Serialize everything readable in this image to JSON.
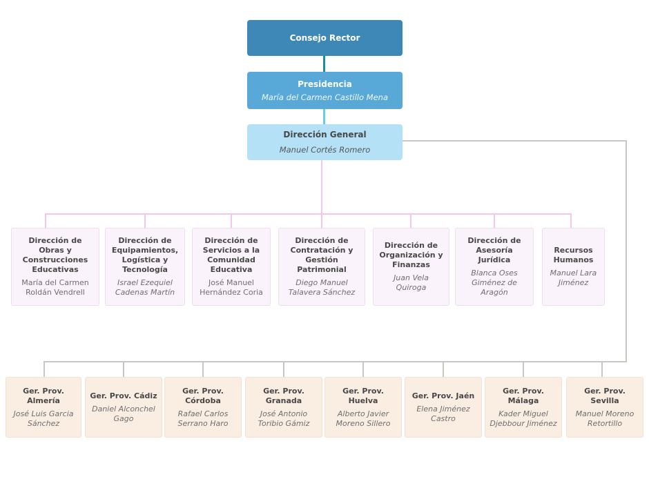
{
  "org": {
    "consejo": {
      "title": "Consejo Rector"
    },
    "presidencia": {
      "title": "Presidencia",
      "name": "María del Carmen Castillo Mena"
    },
    "direccion_general": {
      "title": "Dirección General",
      "name": "Manuel Cortés Romero"
    },
    "directions": [
      {
        "title": "Dirección de Obras y Construcciones Educativas",
        "name": "María del Carmen Roldán Vendrell",
        "italic": false
      },
      {
        "title": "Dirección de Equipamientos, Logística y Tecnología",
        "name": "Israel Ezequiel Cadenas Martín",
        "italic": true
      },
      {
        "title": "Dirección de Servicios a la Comunidad Educativa",
        "name": "José Manuel Hernández Coria",
        "italic": false
      },
      {
        "title": "Dirección de Contratación y Gestión Patrimonial",
        "name": "Diego Manuel Talavera Sánchez",
        "italic": true
      },
      {
        "title": "Dirección de Organización y Finanzas",
        "name": "Juan Vela Quiroga",
        "italic": true
      },
      {
        "title": "Dirección de Asesoría Jurídica",
        "name": "Blanca Oses Giménez de Aragón",
        "italic": true
      },
      {
        "title": "Recursos Humanos",
        "name": "Manuel Lara Jiménez",
        "italic": true
      }
    ],
    "provincial": [
      {
        "title": "Ger. Prov. Almería",
        "name": "José Luis Garcia Sánchez"
      },
      {
        "title": "Ger. Prov. Cádiz",
        "name": "Daniel Alconchel Gago"
      },
      {
        "title": "Ger. Prov. Córdoba",
        "name": "Rafael Carlos Serrano Haro"
      },
      {
        "title": "Ger. Prov. Granada",
        "name": "José Antonio Toribio Gámiz"
      },
      {
        "title": "Ger. Prov. Huelva",
        "name": "Alberto Javier Moreno Sillero"
      },
      {
        "title": "Ger. Prov. Jaén",
        "name": "Elena Jiménez Castro"
      },
      {
        "title": "Ger. Prov. Málaga",
        "name": "Kader Miguel Djebbour Jiménez"
      },
      {
        "title": "Ger. Prov. Sevilla",
        "name": "Manuel Moreno Retortillo"
      }
    ]
  },
  "colors": {
    "level1_bg": "#3e88b7",
    "level2_bg": "#58a9d8",
    "level3_bg": "#b5e1f7",
    "direction_bg": "#fbf3fb",
    "direction_border": "#f0ddef",
    "provincial_bg": "#faeee3",
    "provincial_border": "#f2e2d2",
    "connector_teal": "#1d8ca0",
    "connector_cyan": "#68cede",
    "connector_pink": "#f6c6e8",
    "connector_gray": "#c9c6c2",
    "title_dark": "#474747",
    "name_gray": "#6e6e6e"
  }
}
